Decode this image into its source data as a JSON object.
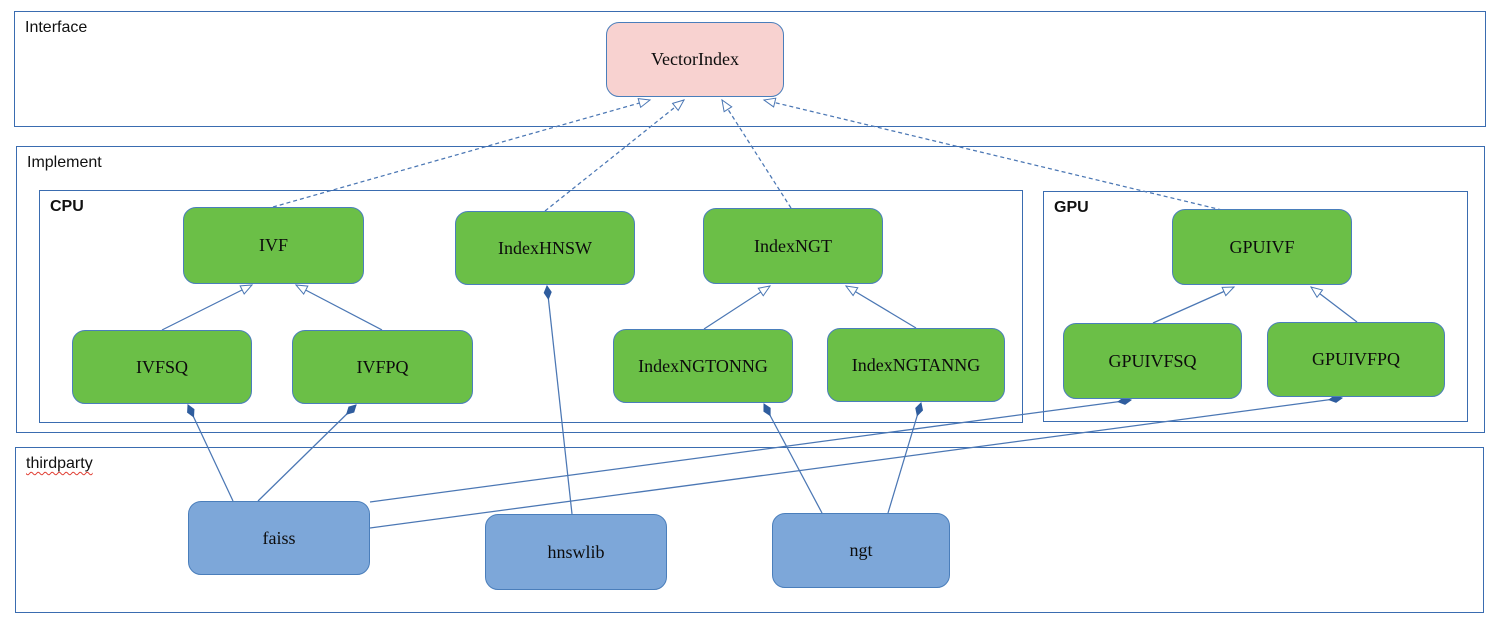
{
  "diagram": {
    "containers": {
      "interface": {
        "label": "Interface"
      },
      "implement": {
        "label": "Implement"
      },
      "cpu": {
        "label": "CPU"
      },
      "gpu": {
        "label": "GPU"
      },
      "thirdparty": {
        "label": "thirdparty",
        "spell_error_underline": true
      }
    },
    "nodes": {
      "vectorindex": {
        "label": "VectorIndex",
        "kind": "interface"
      },
      "ivf": {
        "label": "IVF",
        "kind": "cpu"
      },
      "indexhnsw": {
        "label": "IndexHNSW",
        "kind": "cpu"
      },
      "indexngt": {
        "label": "IndexNGT",
        "kind": "cpu"
      },
      "ivfsq": {
        "label": "IVFSQ",
        "kind": "cpu"
      },
      "ivfpq": {
        "label": "IVFPQ",
        "kind": "cpu"
      },
      "indexngtonng": {
        "label": "IndexNGTONNG",
        "kind": "cpu"
      },
      "indexngtanng": {
        "label": "IndexNGTANNG",
        "kind": "cpu"
      },
      "gpuivf": {
        "label": "GPUIVF",
        "kind": "gpu"
      },
      "gpuivfsq": {
        "label": "GPUIVFSQ",
        "kind": "gpu"
      },
      "gpuivfpq": {
        "label": "GPUIVFPQ",
        "kind": "gpu"
      },
      "faiss": {
        "label": "faiss",
        "kind": "thirdparty"
      },
      "hnswlib": {
        "label": "hnswlib",
        "kind": "thirdparty"
      },
      "ngt": {
        "label": "ngt",
        "kind": "thirdparty"
      }
    },
    "edges": [
      {
        "from": "IVF",
        "to": "VectorIndex",
        "type": "realization"
      },
      {
        "from": "IndexHNSW",
        "to": "VectorIndex",
        "type": "realization"
      },
      {
        "from": "IndexNGT",
        "to": "VectorIndex",
        "type": "realization"
      },
      {
        "from": "GPUIVF",
        "to": "VectorIndex",
        "type": "realization"
      },
      {
        "from": "IVFSQ",
        "to": "IVF",
        "type": "inheritance"
      },
      {
        "from": "IVFPQ",
        "to": "IVF",
        "type": "inheritance"
      },
      {
        "from": "IndexNGTONNG",
        "to": "IndexNGT",
        "type": "inheritance"
      },
      {
        "from": "IndexNGTANNG",
        "to": "IndexNGT",
        "type": "inheritance"
      },
      {
        "from": "GPUIVFSQ",
        "to": "GPUIVF",
        "type": "inheritance"
      },
      {
        "from": "GPUIVFPQ",
        "to": "GPUIVF",
        "type": "inheritance"
      },
      {
        "from": "faiss",
        "to": "IVFSQ",
        "type": "composition"
      },
      {
        "from": "faiss",
        "to": "IVFPQ",
        "type": "composition"
      },
      {
        "from": "hnswlib",
        "to": "IndexHNSW",
        "type": "composition"
      },
      {
        "from": "ngt",
        "to": "IndexNGTONNG",
        "type": "composition"
      },
      {
        "from": "ngt",
        "to": "IndexNGTANNG",
        "type": "composition"
      },
      {
        "from": "faiss",
        "to": "GPUIVFSQ",
        "type": "composition"
      },
      {
        "from": "faiss",
        "to": "GPUIVFPQ",
        "type": "composition"
      }
    ],
    "colors": {
      "container_border": "#3a6cb0",
      "node_border": "#4a7ebb",
      "edge_line": "#4b77b4",
      "interface_node_fill": "#f8d2d0",
      "cpu_gpu_node_fill": "#6bbf47",
      "thirdparty_node_fill": "#7da7d9",
      "composition_diamond_fill": "#2f5d9e",
      "spellcheck_underline": "#e03c31"
    }
  }
}
